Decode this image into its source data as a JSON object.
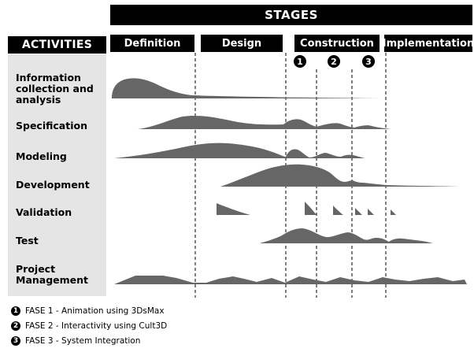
{
  "stages_title": "STAGES",
  "activities_title": "ACTIVITIES",
  "stages": [
    {
      "label": "Definition"
    },
    {
      "label": "Design"
    },
    {
      "label": "Construction"
    },
    {
      "label": "Implementation"
    }
  ],
  "phase_markers": [
    "1",
    "2",
    "3"
  ],
  "activities": [
    {
      "label": "Information\ncollection and\nanalysis"
    },
    {
      "label": "Specification"
    },
    {
      "label": "Modeling"
    },
    {
      "label": "Development"
    },
    {
      "label": "Validation"
    },
    {
      "label": "Test"
    },
    {
      "label": "Project\nManagement"
    }
  ],
  "legend": [
    {
      "num": "1",
      "text": "FASE 1 - Animation using 3DsMax"
    },
    {
      "num": "2",
      "text": "FASE 2 - Interactivity using Cult3D"
    },
    {
      "num": "3",
      "text": "FASE 3 - System Integration"
    }
  ],
  "colors": {
    "header_bg": "#000000",
    "panel_bg": "#e5e5e5",
    "wave_fill": "#666666"
  }
}
